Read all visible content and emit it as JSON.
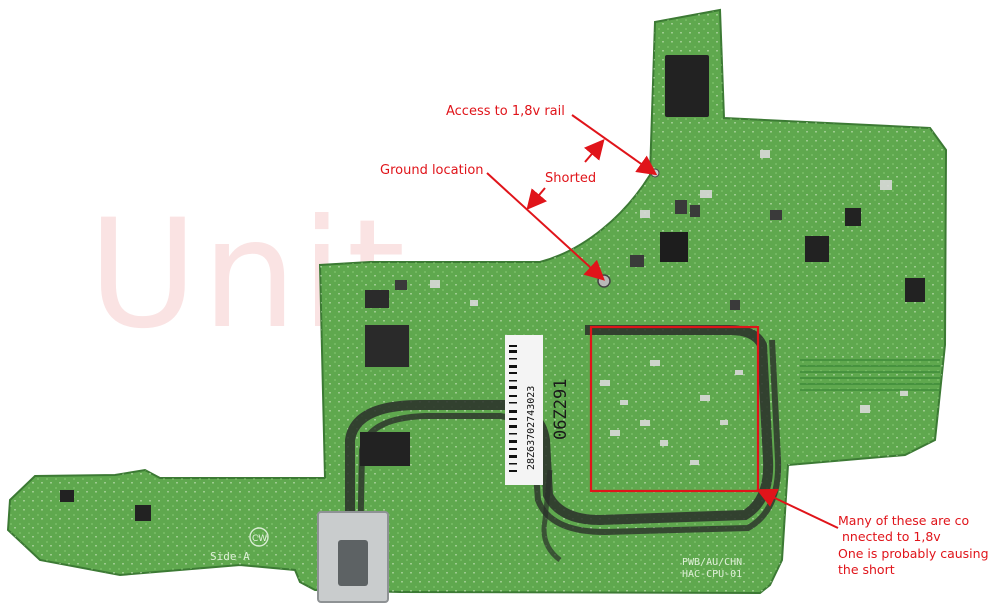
{
  "watermark": "Unit",
  "board": {
    "side_label": "Side-A",
    "cw_mark": "CW",
    "model_line1": "PWB/AU/CHN",
    "model_line2": "HAC-CPU-01",
    "serial": "28Z63702743023",
    "serial_short": "06Z291",
    "colors": {
      "pcb": "#5fa84e",
      "pcb_dark": "#3f8a38",
      "trace": "#2a2f2a",
      "highlight": "#e0141a"
    }
  },
  "annotations": {
    "access_rail": "Access to 1,8v rail",
    "ground": "Ground location",
    "shorted": "Shorted",
    "note_line1": "Many of these are co",
    "note_line2": "nnected to 1,8v",
    "note_line3": "One is probably causing",
    "note_line4": " the short"
  }
}
